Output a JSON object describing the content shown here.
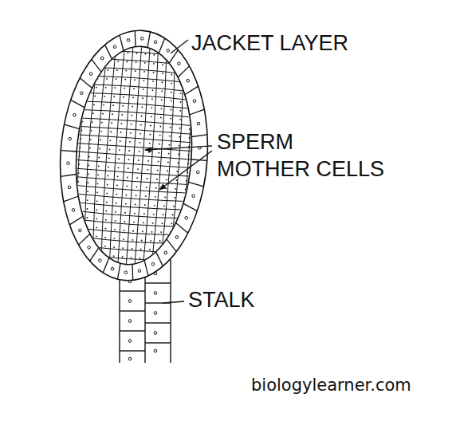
{
  "diagram": {
    "labels": [
      "JACKET LAYER",
      "SPERM MOTHER CELLS",
      "STALK",
      "biologylearner.com"
    ]
  }
}
